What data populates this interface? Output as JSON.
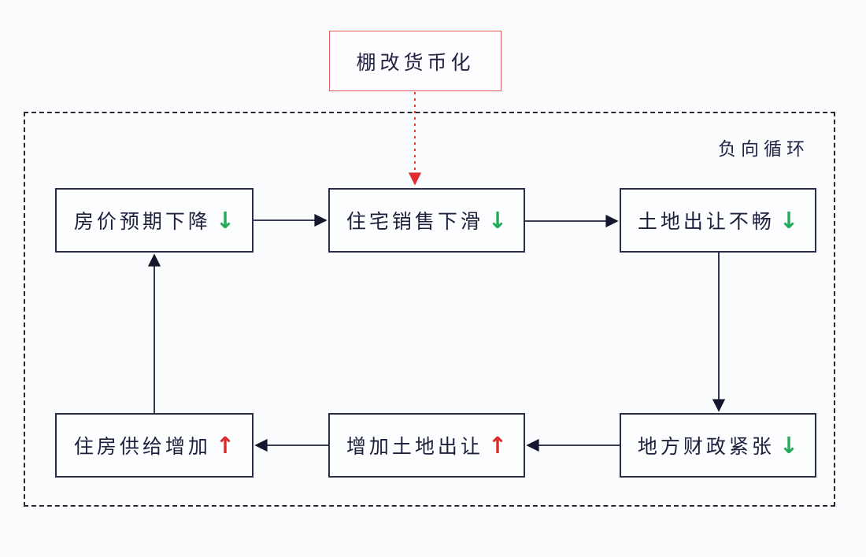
{
  "diagram": {
    "trigger": {
      "label": "棚改货币化"
    },
    "cycle_label": "负向循环",
    "nodes": [
      {
        "id": "price-expectation-decline",
        "label": "房价预期下降",
        "indicator": "↓",
        "direction": "down"
      },
      {
        "id": "housing-sales-decline",
        "label": "住宅销售下滑",
        "indicator": "↓",
        "direction": "down"
      },
      {
        "id": "land-transfer-blocked",
        "label": "土地出让不畅",
        "indicator": "↓",
        "direction": "down"
      },
      {
        "id": "local-fiscal-strain",
        "label": "地方财政紧张",
        "indicator": "↓",
        "direction": "down"
      },
      {
        "id": "increase-land-transfer",
        "label": "增加土地出让",
        "indicator": "↑",
        "direction": "up"
      },
      {
        "id": "housing-supply-increase",
        "label": "住房供给增加",
        "indicator": "↑",
        "direction": "up"
      }
    ],
    "flow": [
      "棚改货币化 → 住宅销售下滑 (红色虚线)",
      "房价预期下降 → 住宅销售下滑",
      "住宅销售下滑 → 土地出让不畅",
      "土地出让不畅 → 地方财政紧张",
      "地方财政紧张 → 增加土地出让",
      "增加土地出让 → 住房供给增加",
      "住房供给增加 → 房价预期下降"
    ],
    "colors": {
      "background": "#fbfcfe",
      "node_border": "#2c2c4a",
      "node_text": "#1f1f3d",
      "trigger_border": "#e25c5c",
      "dashed_frame": "#2a2a2e",
      "flow_arrow": "#20203c",
      "trigger_arrow_red": "#e02c2c",
      "indicator_down_green": "#27a95c",
      "indicator_up_red": "#dc2a2a"
    }
  }
}
